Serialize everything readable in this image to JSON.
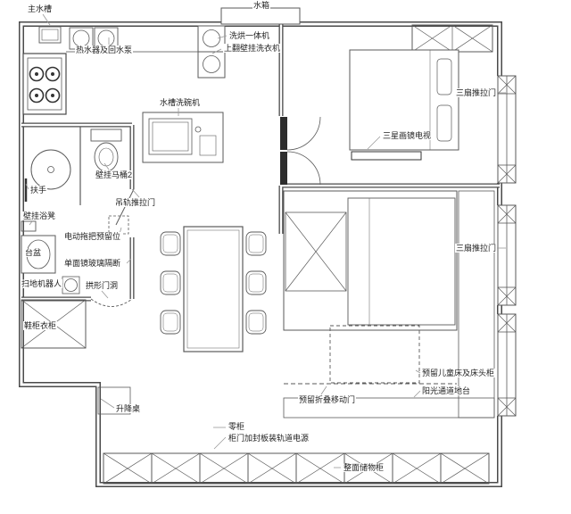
{
  "plan": {
    "title": "apartment-floor-plan",
    "colors": {
      "wall": "#4a4a4a",
      "furniture": "#5a5a5a",
      "leader": "#999999",
      "label_text": "#222222",
      "background": "#ffffff"
    },
    "labels": {
      "main_sink": "主水槽",
      "water_tank": "水箱",
      "heater_pump": "热水器及回水泵",
      "washer_dryer": "洗烘一体机",
      "wall_washer": "上翻壁挂洗衣机",
      "sliding_door_top": "三扇推拉门",
      "frame_tv": "三星画镜电视",
      "sink_dishwasher": "水槽洗碗机",
      "wall_toilet": "壁挂马桶2",
      "handrail": "扶手",
      "track_sliding_door": "吊轨推拉门",
      "bath_stool": "壁挂浴凳",
      "mop_reserved": "电动拖把预留位",
      "basin": "台盆",
      "mirror_partition": "单面镜玻璃隔断",
      "robot_vacuum": "扫地机器人",
      "arched_doorway": "拱形门洞",
      "sliding_door_bottom": "三扇推拉门",
      "shoe_cabinet": "鞋柜衣柜",
      "children_bed": "预留儿童床及床头柜",
      "sun_platform": "阳光通道地台",
      "folding_door": "预留折叠移动门",
      "lift_table": "升降桌",
      "low_cabinet": "零柜",
      "cabinet_power": "柜门加封板装轨道电源",
      "storage_wall": "整面储物柜"
    }
  }
}
